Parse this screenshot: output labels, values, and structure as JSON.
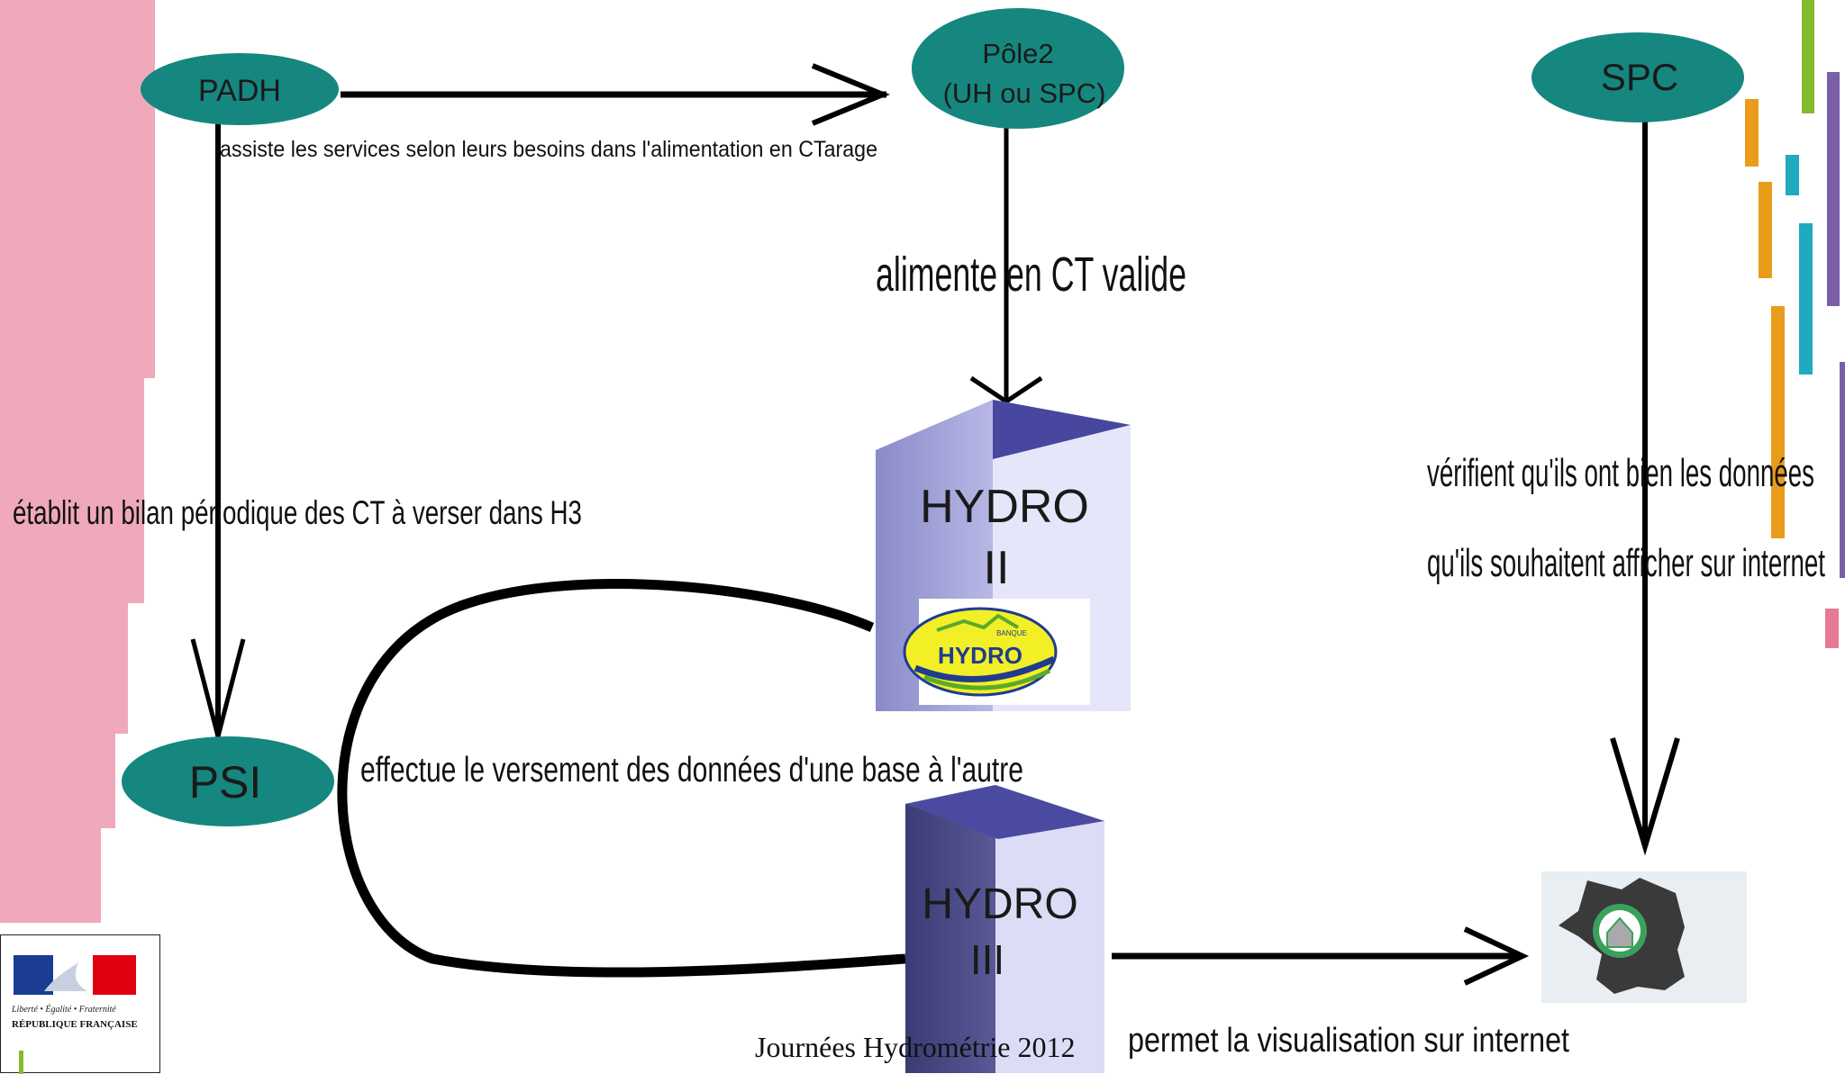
{
  "nodes": {
    "padh": "PADH",
    "pole2_line1": "Pôle2",
    "pole2_line2": "(UH ou SPC)",
    "spc": "SPC",
    "psi": "PSI",
    "hydro2_line1": "HYDRO",
    "hydro2_line2": "II",
    "hydro2_badge_small": "BANQUE",
    "hydro2_badge": "HYDRO",
    "hydro3_line1": "HYDRO",
    "hydro3_line2": "III"
  },
  "edges": {
    "padh_to_pole2": "assiste les services selon leurs besoins dans l'alimentation en CTarage",
    "pole2_to_hydro2": "alimente en CT valide",
    "padh_to_psi": "établit un bilan périodique des CT à verser dans H3",
    "psi_transfer": "effectue le versement des données d'une base à l'autre",
    "spc_check_line1": "vérifient qu'ils ont bien les données",
    "spc_check_line2": "qu'ils souhaitent afficher sur internet",
    "hydro3_to_map": "permet la visualisation sur internet"
  },
  "footer": {
    "text": "Journées Hydrométrie 2012"
  },
  "logo": {
    "motto": "Liberté • Égalité • Fraternité",
    "name": "RÉPUBLIQUE FRANÇAISE"
  },
  "colors": {
    "node_fill": "#15877f",
    "pink_band": "#f0a9ba",
    "stripe_green": "#85bb2f",
    "stripe_purple": "#7a5fa6",
    "stripe_orange": "#e99c1a",
    "stripe_cyan": "#20a9bf",
    "stripe_pink": "#e67a95",
    "db_light": "#d9d9f5",
    "db_mid": "#8b8bc7",
    "db_dark": "#3d3d7a"
  }
}
